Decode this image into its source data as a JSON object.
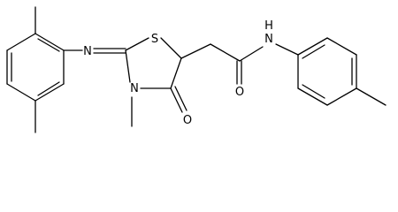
{
  "molecule": {
    "atoms": {
      "nitrogen_imine": "N",
      "sulfur": "S",
      "nitrogen_ring": "N",
      "methyl_label": "methyl",
      "oxygen_ketone": "O",
      "oxygen_amide": "O",
      "nitrogen_amide": "N",
      "hydrogen_amide": "H"
    },
    "colors": {
      "bond": "#000000",
      "label": "#000000",
      "background": "#ffffff"
    }
  }
}
